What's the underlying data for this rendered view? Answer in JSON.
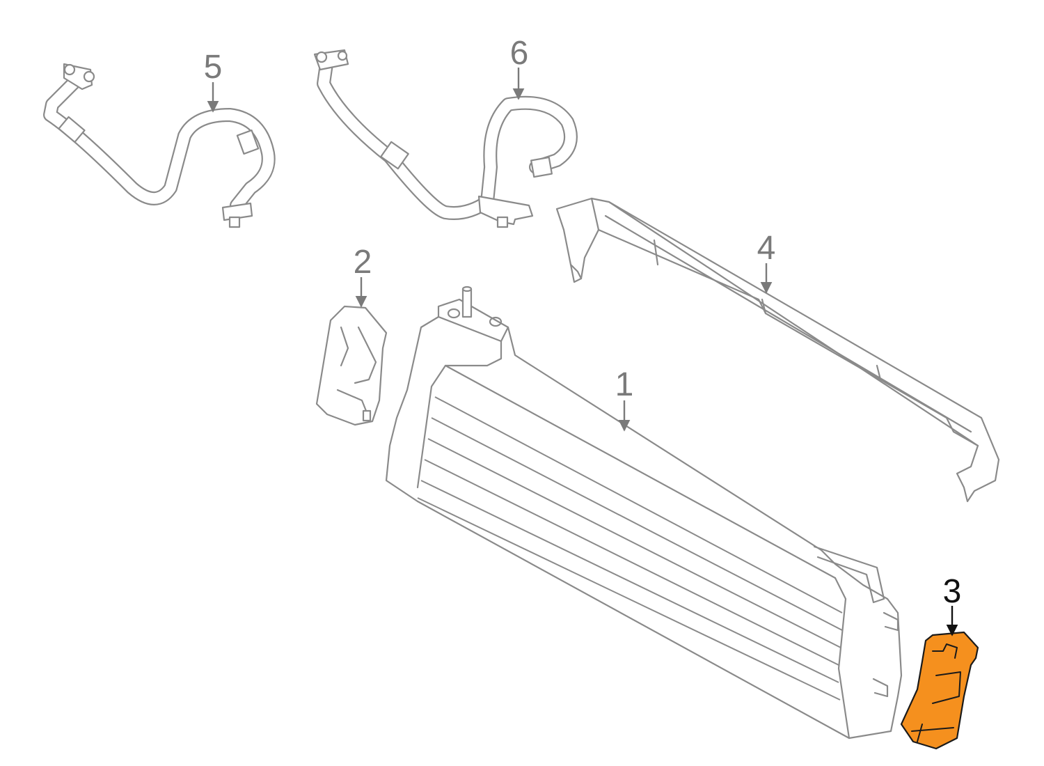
{
  "callouts": {
    "part1": "1",
    "part2": "2",
    "part3": "3",
    "part4": "4",
    "part5": "5",
    "part6": "6"
  },
  "highlighted_part": "3",
  "colors": {
    "linework": "#8a8a8a",
    "callout_text": "#7a7a7a",
    "highlight_fill": "#f5901e",
    "highlight_text": "#111111"
  }
}
